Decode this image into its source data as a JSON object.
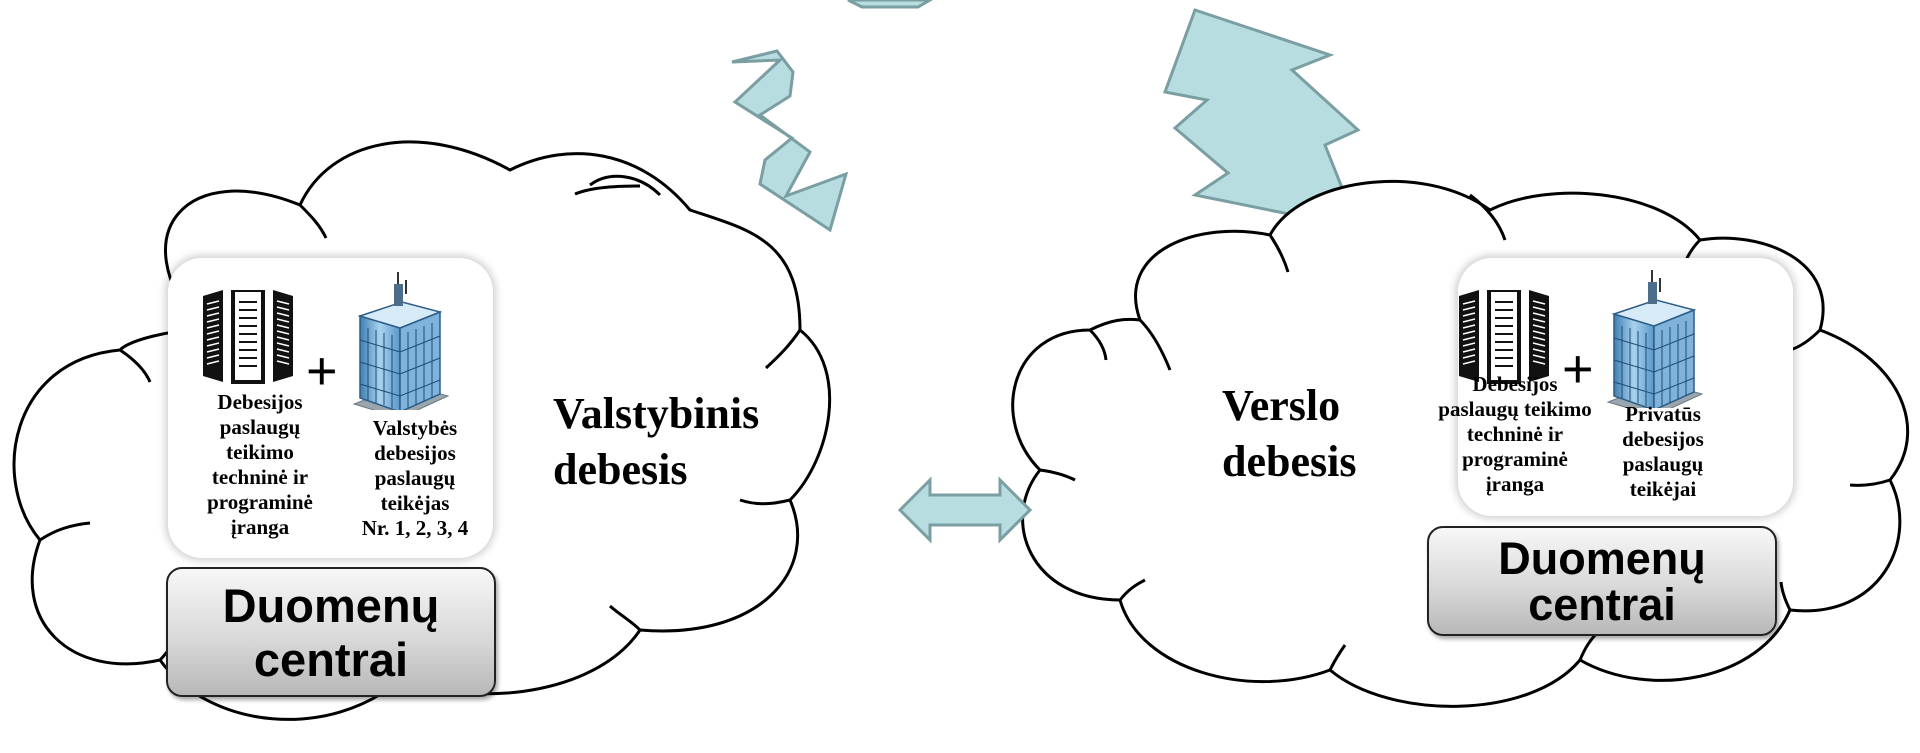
{
  "left_cloud": {
    "title_line1": "Valstybinis",
    "title_line2": "debesis",
    "hardware_label": [
      "Debesijos",
      "paslaugų",
      "teikimo",
      "techninė ir",
      "programinė",
      "įranga"
    ],
    "provider_label": [
      "Valstybės",
      "debesijos",
      "paslaugų",
      "teikėjas",
      "Nr. 1, 2, 3, 4"
    ],
    "plus": "+",
    "datacenter": [
      "Duomenų",
      "centrai"
    ]
  },
  "right_cloud": {
    "title_line1": "Verslo",
    "title_line2": "debesis",
    "hardware_label": [
      "Debesijos",
      "paslaugų teikimo",
      "techninė ir",
      "programinė",
      "įranga"
    ],
    "provider_label": [
      "Privatūs",
      "debesijos",
      "paslaugų",
      "teikėjai"
    ],
    "plus": "+",
    "datacenter": [
      "Duomenų",
      "centrai"
    ]
  },
  "colors": {
    "arrow_fill": "#b7dde1",
    "arrow_stroke": "#7a9ea2",
    "cloud_stroke": "#000000"
  },
  "icons": [
    "server-rack-icon",
    "office-building-icon",
    "double-arrow-icon"
  ]
}
